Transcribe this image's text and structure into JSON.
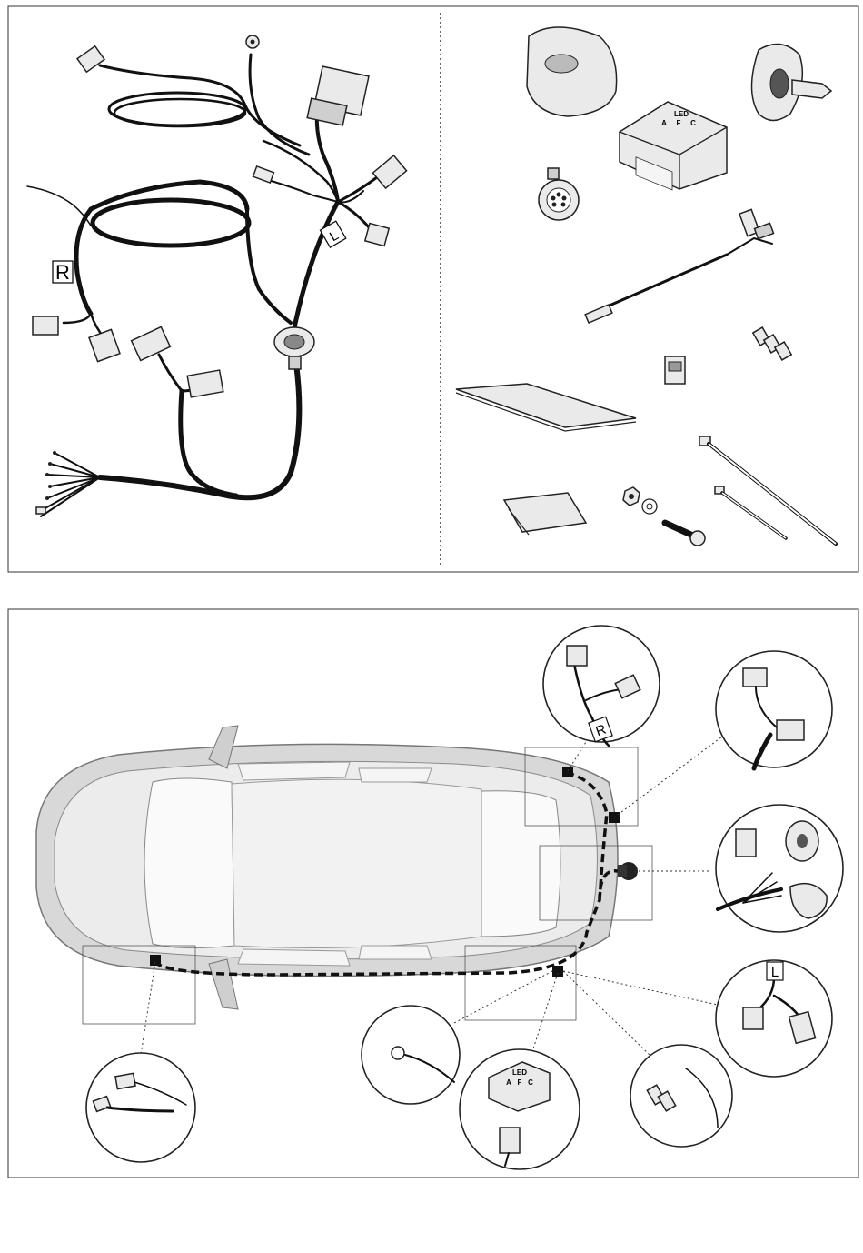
{
  "kit_panel": {
    "harness_labels": {
      "right": "R",
      "left": "L"
    }
  },
  "parts_panel": {
    "module_label": "LED",
    "module_letters": [
      "A",
      "F",
      "C"
    ]
  },
  "install_panel": {
    "detail_labels": {
      "right": "R",
      "left": "L"
    },
    "module_label": "LED",
    "module_letters": [
      "A",
      "F",
      "C"
    ]
  }
}
